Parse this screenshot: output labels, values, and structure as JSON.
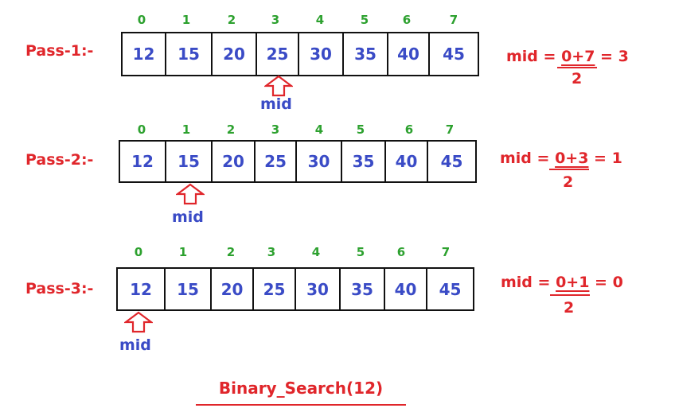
{
  "colors": {
    "pass_label": "#e0262b",
    "index": "#2da12f",
    "value": "#3a4bc6",
    "formula": "#e0262b",
    "arrow": "#e0262b"
  },
  "array": {
    "indices": [
      "0",
      "1",
      "2",
      "3",
      "4",
      "5",
      "6",
      "7"
    ],
    "values": [
      "12",
      "15",
      "20",
      "25",
      "30",
      "35",
      "40",
      "45"
    ]
  },
  "passes": [
    {
      "label": "Pass-1:-",
      "mid_label": "mid",
      "mid_index": 3,
      "formula_prefix": "mid = ",
      "formula_numerator": "0+7",
      "formula_result": " = 3",
      "formula_denominator": "2"
    },
    {
      "label": "Pass-2:-",
      "mid_label": "mid",
      "mid_index": 1,
      "formula_prefix": "mid = ",
      "formula_numerator": "0+3",
      "formula_result": " = 1",
      "formula_denominator": "2"
    },
    {
      "label": "Pass-3:-",
      "mid_label": "mid",
      "mid_index": 0,
      "formula_prefix": "mid = ",
      "formula_numerator": "0+1",
      "formula_result": " = 0",
      "formula_denominator": "2"
    }
  ],
  "caption": "Binary_Search(12)"
}
